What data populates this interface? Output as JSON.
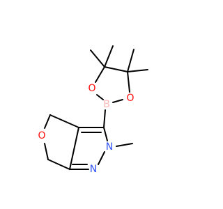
{
  "molecule": {
    "atoms": {
      "o_ring": {
        "label": "O",
        "color": "#ff0d0d"
      },
      "o_pin_left": {
        "label": "O",
        "color": "#ff0d0d"
      },
      "o_pin_right": {
        "label": "O",
        "color": "#ff0d0d"
      },
      "b": {
        "label": "B",
        "color": "#ffb5b5"
      },
      "n_methyl": {
        "label": "N",
        "color": "#3050f8"
      },
      "n_ring": {
        "label": "N",
        "color": "#3050f8"
      }
    },
    "bond_color": "#000000",
    "background": "#ffffff"
  }
}
